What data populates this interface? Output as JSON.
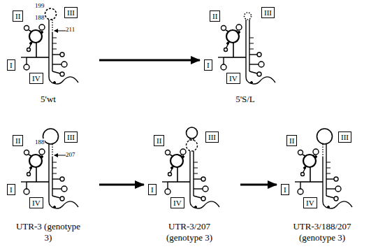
{
  "diagram": {
    "nodes": [
      {
        "text": [
          "5'wt"
        ]
      },
      {
        "text": [
          "II"
        ],
        "in": 0
      },
      {
        "text": [
          "III"
        ],
        "in": 0
      },
      {
        "text": [
          "I"
        ],
        "in": 0
      },
      {
        "text": [
          "IV"
        ],
        "in": 0
      },
      {
        "text": [
          "5'S/L"
        ]
      },
      {
        "text": [
          "II"
        ],
        "in": 5
      },
      {
        "text": [
          "III"
        ],
        "in": 5
      },
      {
        "text": [
          "I"
        ],
        "in": 5
      },
      {
        "text": [
          "IV"
        ],
        "in": 5
      },
      {
        "text": [
          "UTR-3 (genotype 3)"
        ]
      },
      {
        "text": [
          "II"
        ],
        "in": 10
      },
      {
        "text": [
          "III"
        ],
        "in": 10
      },
      {
        "text": [
          "I"
        ],
        "in": 10
      },
      {
        "text": [
          "IV"
        ],
        "in": 10
      },
      {
        "text": [
          "UTR-3/207 (genotype 3)"
        ]
      },
      {
        "text": [
          "II"
        ],
        "in": 15
      },
      {
        "text": [
          "III"
        ],
        "in": 15
      },
      {
        "text": [
          "I"
        ],
        "in": 15
      },
      {
        "text": [
          "IV"
        ],
        "in": 15
      },
      {
        "text": [
          "UTR-3/188/207 (genotype 3)"
        ]
      },
      {
        "text": [
          "II"
        ],
        "in": 20
      },
      {
        "text": [
          "III"
        ],
        "in": 20
      },
      {
        "text": [
          "I"
        ],
        "in": 20
      },
      {
        "text": [
          "IV"
        ],
        "in": 20
      }
    ],
    "edges": [
      {
        "from": 0,
        "to": 5,
        "arrow": "to"
      },
      {
        "from": 10,
        "to": 15,
        "arrow": "to"
      },
      {
        "from": 15,
        "to": 20,
        "arrow": "to"
      }
    ],
    "labels": [
      "188",
      "199",
      "211",
      "188",
      "207"
    ]
  }
}
